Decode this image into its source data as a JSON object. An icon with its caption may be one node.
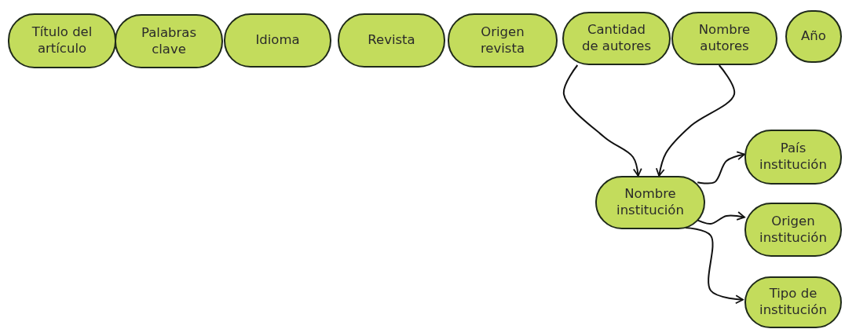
{
  "diagram": {
    "nodes": [
      {
        "text": [
          "Título del artículo"
        ]
      },
      {
        "text": [
          "Palabras clave"
        ]
      },
      {
        "text": [
          "Idioma"
        ]
      },
      {
        "text": [
          "Revista"
        ]
      },
      {
        "text": [
          "Origen revista"
        ]
      },
      {
        "text": [
          "Cantidad de autores"
        ]
      },
      {
        "text": [
          "Nombre autores"
        ]
      },
      {
        "text": [
          "Año"
        ]
      },
      {
        "text": [
          "Nombre institución"
        ]
      },
      {
        "text": [
          "País institución"
        ]
      },
      {
        "text": [
          "Origen institución"
        ]
      },
      {
        "text": [
          "Tipo de institución"
        ]
      }
    ],
    "edges": [
      {
        "from": 5,
        "to": 8,
        "arrow": "to"
      },
      {
        "from": 6,
        "to": 8,
        "arrow": "to"
      },
      {
        "from": 8,
        "to": 9,
        "arrow": "to"
      },
      {
        "from": 8,
        "to": 10,
        "arrow": "to"
      },
      {
        "from": 8,
        "to": 11,
        "arrow": "to"
      }
    ]
  }
}
